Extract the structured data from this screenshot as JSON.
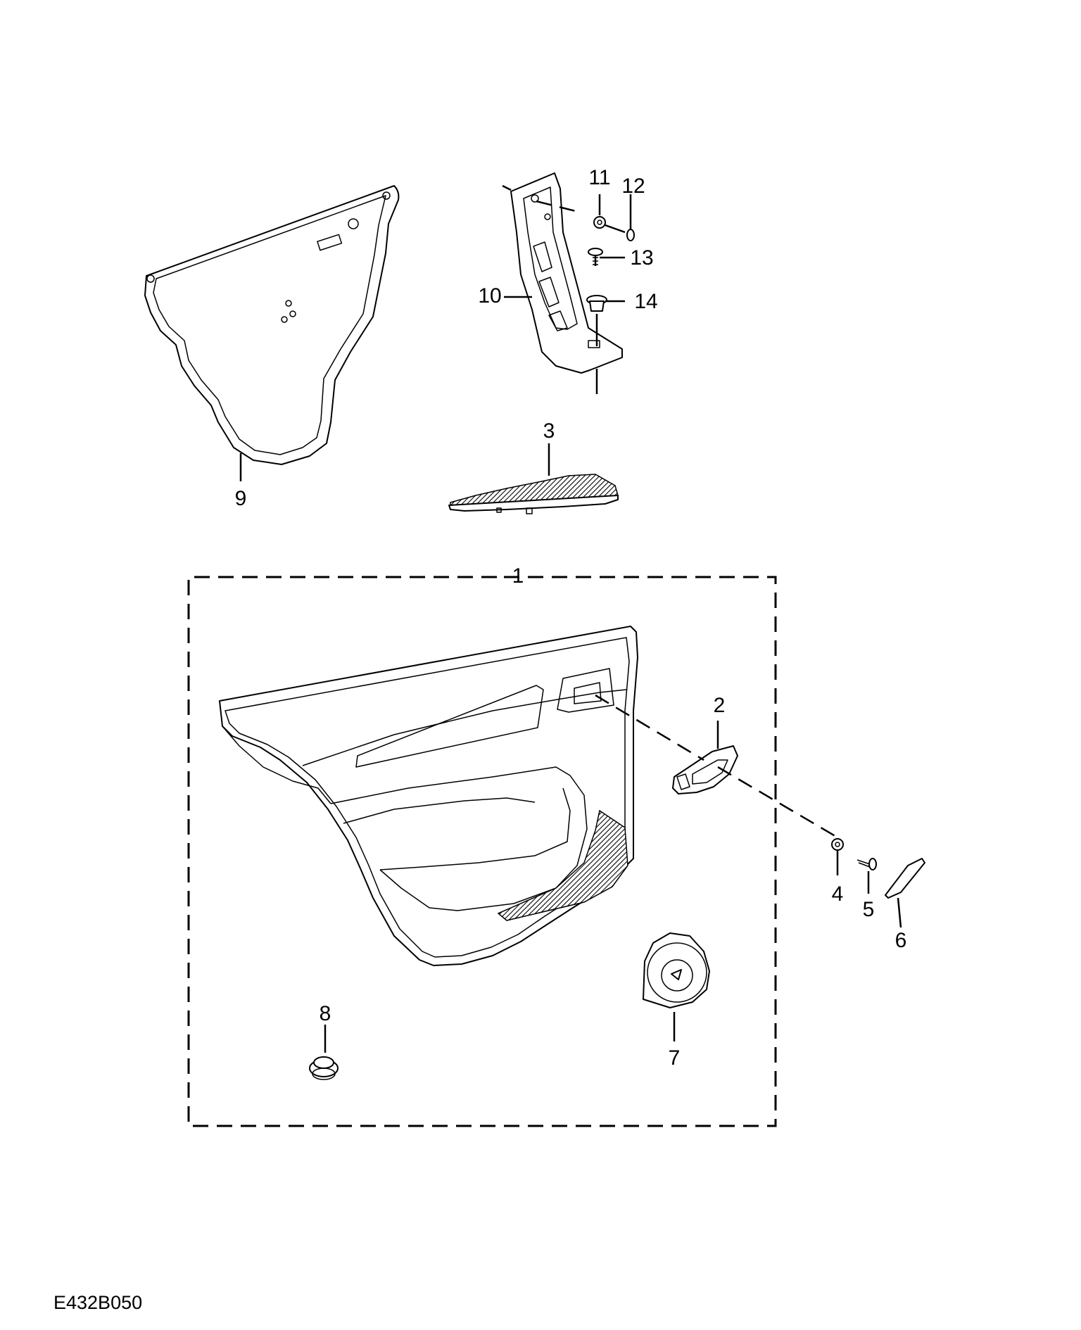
{
  "drawing_code": "E432B050",
  "callouts": [
    {
      "id": "1",
      "label": "1"
    },
    {
      "id": "2",
      "label": "2"
    },
    {
      "id": "3",
      "label": "3"
    },
    {
      "id": "4",
      "label": "4"
    },
    {
      "id": "5",
      "label": "5"
    },
    {
      "id": "6",
      "label": "6"
    },
    {
      "id": "7",
      "label": "7"
    },
    {
      "id": "8",
      "label": "8"
    },
    {
      "id": "9",
      "label": "9"
    },
    {
      "id": "10",
      "label": "10"
    },
    {
      "id": "11",
      "label": "11"
    },
    {
      "id": "12",
      "label": "12"
    },
    {
      "id": "13",
      "label": "13"
    },
    {
      "id": "14",
      "label": "14"
    }
  ]
}
